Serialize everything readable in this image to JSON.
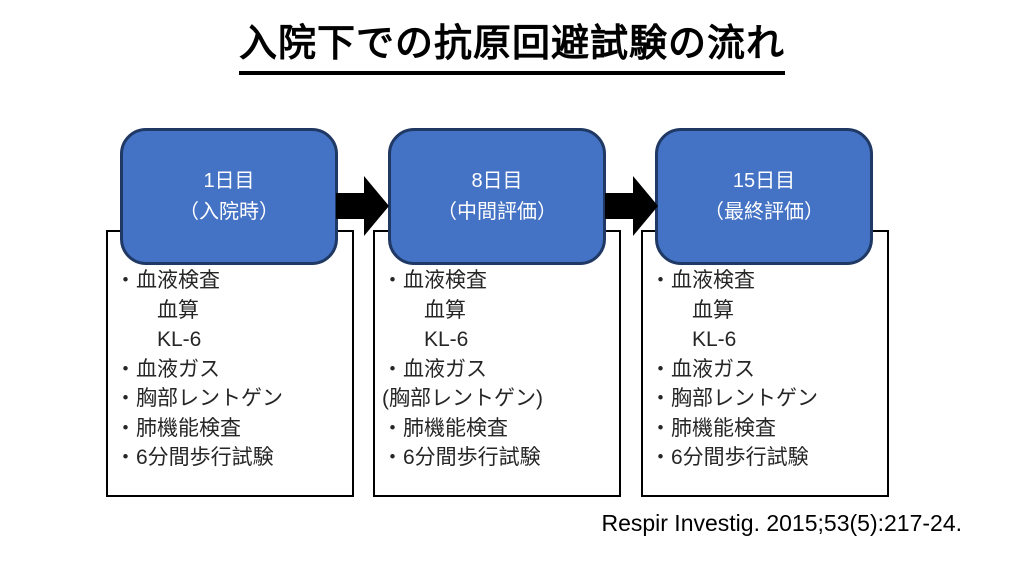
{
  "slide": {
    "title": "入院下での抗原回避試験の流れ",
    "citation": "Respir Investig. 2015;53(5):217-24."
  },
  "colors": {
    "stage_fill": "#4472C4",
    "stage_border": "#1F3864",
    "panel_border": "#000000",
    "arrow": "#000000",
    "body_text": "#262626"
  },
  "columns": [
    {
      "day": "1日目",
      "phase": "（入院時）",
      "items": [
        "・血液検査",
        "　　血算",
        "　　KL-6",
        "・血液ガス",
        "・胸部レントゲン",
        "・肺機能検査",
        "・6分間歩行試験"
      ]
    },
    {
      "day": "8日目",
      "phase": "（中間評価）",
      "items": [
        "・血液検査",
        "　　血算",
        "　　KL-6",
        "・血液ガス",
        "(胸部レントゲン)",
        "・肺機能検査",
        "・6分間歩行試験"
      ]
    },
    {
      "day": "15日目",
      "phase": "（最終評価）",
      "items": [
        "・血液検査",
        "　　血算",
        "　　KL-6",
        "・血液ガス",
        "・胸部レントゲン",
        "・肺機能検査",
        "・6分間歩行試験"
      ]
    }
  ]
}
